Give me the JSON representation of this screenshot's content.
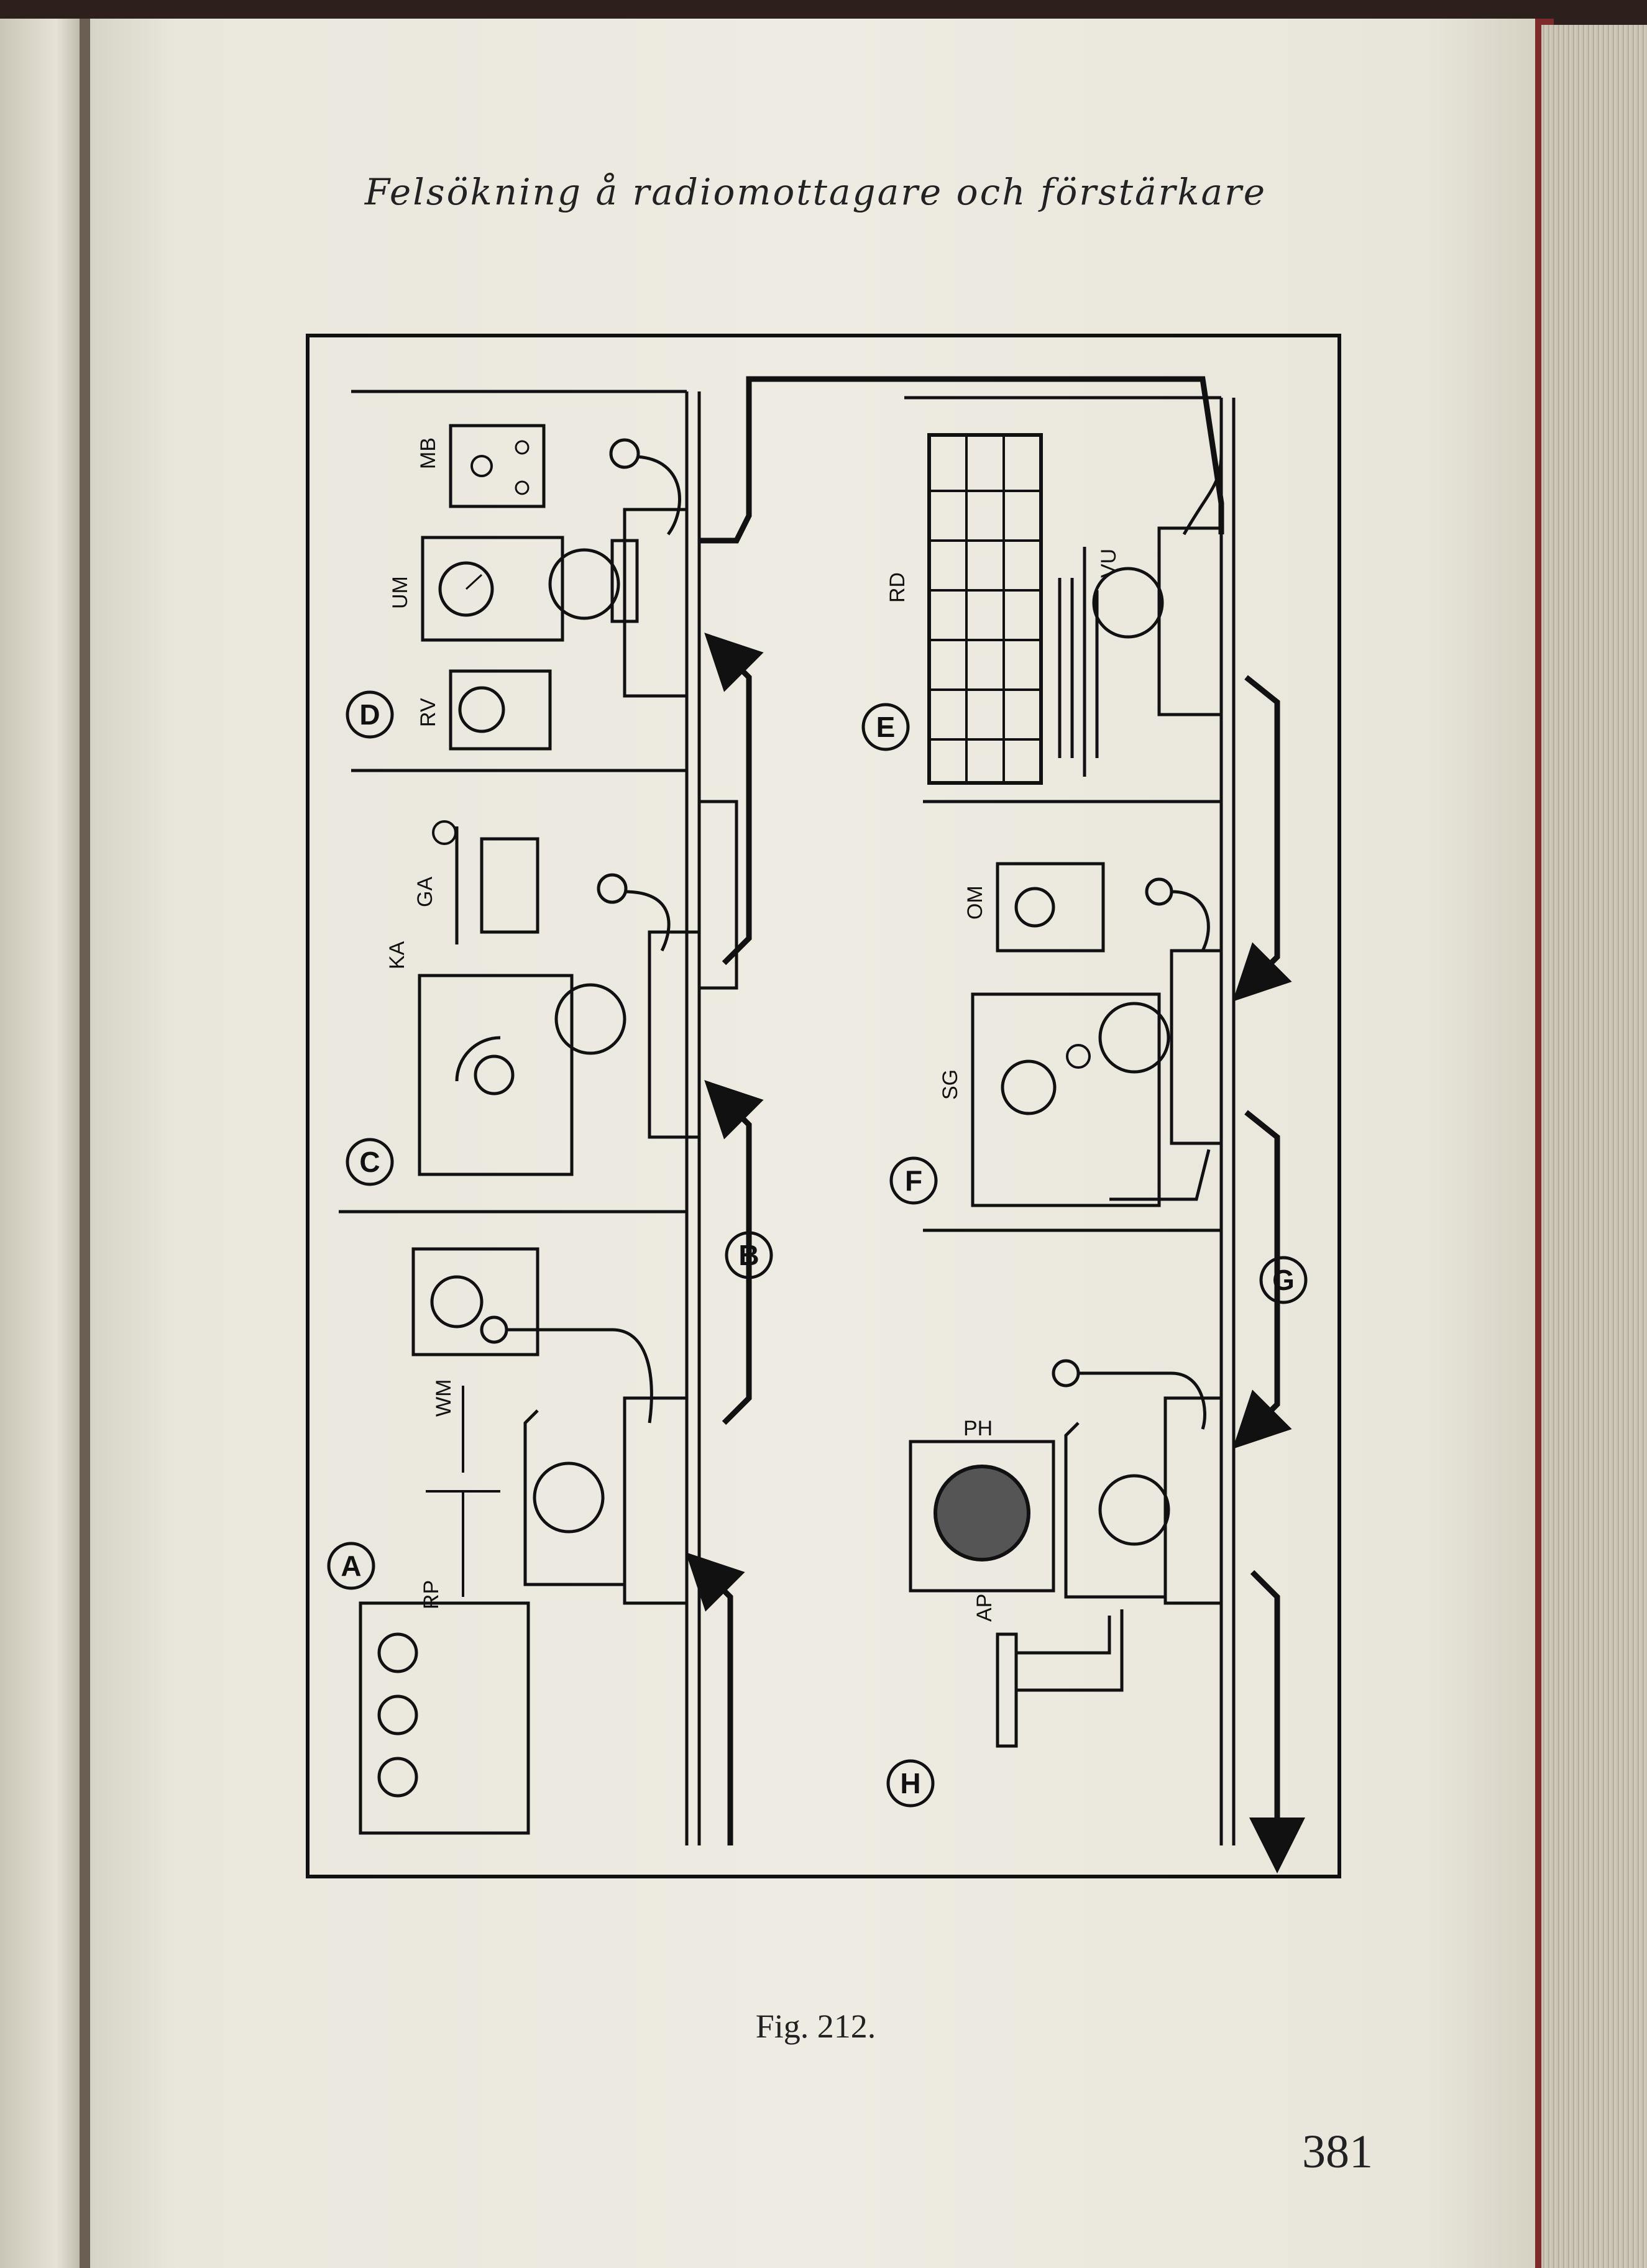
{
  "running_head": "Felsökning å radiomottagare och förstärkare",
  "figure_caption": "Fig. 212.",
  "page_number": "381",
  "stations": {
    "A": "A",
    "B": "B",
    "C": "C",
    "D": "D",
    "E": "E",
    "F": "F",
    "G": "G",
    "H": "H"
  },
  "instruments": {
    "MB": "MB",
    "UM": "UM",
    "RV": "RV",
    "KA": "KA",
    "GA": "GA",
    "WM": "WM",
    "RP": "RP",
    "RD": "RD",
    "VU": "VU",
    "OM": "OM",
    "SG": "SG",
    "PH": "PH",
    "AP": "AP"
  }
}
